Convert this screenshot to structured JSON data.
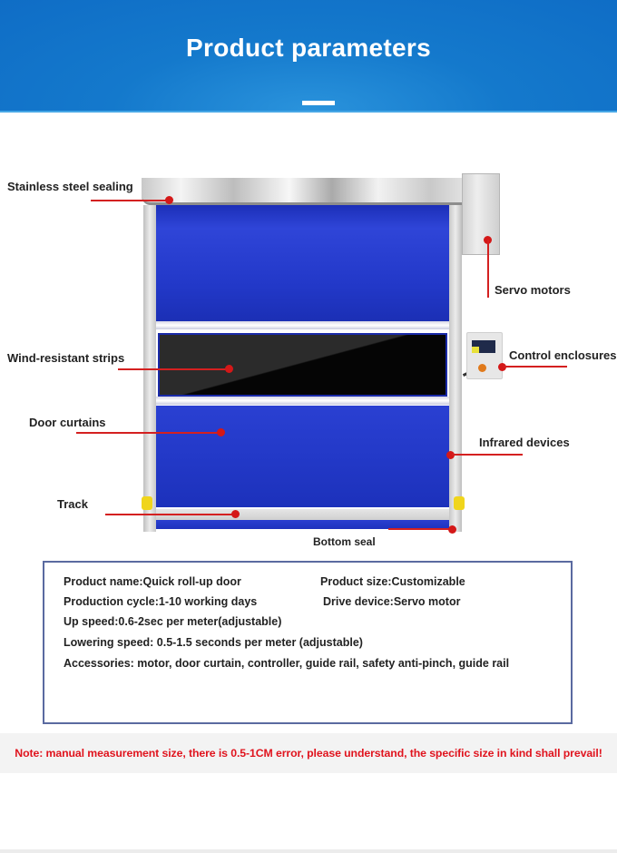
{
  "header": {
    "title": "Product parameters",
    "background_color": "#1479cc"
  },
  "diagram": {
    "callouts": {
      "stainless_steel_sealing": "Stainless steel sealing",
      "servo_motors": "Servo motors",
      "wind_resistant_strips": "Wind-resistant strips",
      "control_enclosures": "Control enclosures",
      "door_curtains": "Door curtains",
      "infrared_devices": "Infrared devices",
      "track": "Track",
      "bottom_seal": "Bottom seal"
    },
    "callout_color": "#d42020",
    "curtain_color": "#2238c8"
  },
  "specs": {
    "product_name": "Product name:Quick roll-up door",
    "product_size": "Product size:Customizable",
    "production_cycle": "Production cycle:1-10 working days",
    "drive_device": "Drive device:Servo motor",
    "up_speed": "Up speed:0.6-2sec per meter(adjustable)",
    "lowering_speed": "Lowering speed: 0.5-1.5 seconds per meter (adjustable)",
    "accessories": "Accessories: motor, door curtain, controller, guide rail, safety anti-pinch, guide rail"
  },
  "note": {
    "text": "Note: manual measurement size, there is 0.5-1CM error, please understand, the specific size in kind shall prevail!",
    "color": "#e0141e"
  }
}
